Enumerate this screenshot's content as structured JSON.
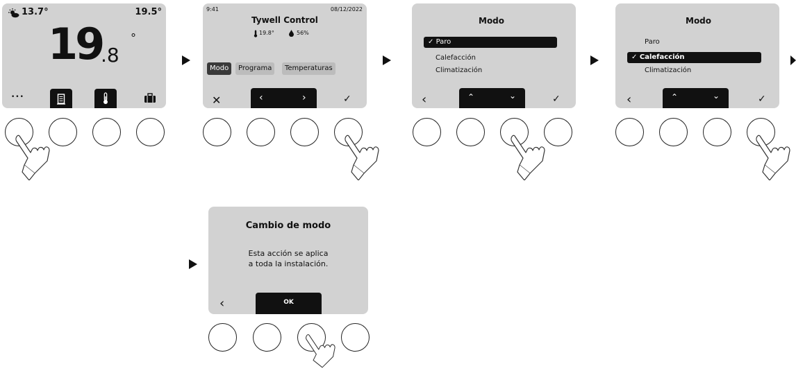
{
  "screen1": {
    "outdoor_temp": "13.7°",
    "setpoint": "19.5°",
    "temp_int": "19",
    "temp_dec": ".8",
    "degree": "°",
    "menu_dots": "•••"
  },
  "screen2": {
    "time": "9:41",
    "date": "08/12/2022",
    "title": "Tywell Control",
    "temp": "19.8°",
    "humidity": "56%",
    "tabs": [
      "Modo",
      "Programa",
      "Temperaturas"
    ],
    "selected_tab": "Modo"
  },
  "screen3": {
    "title": "Modo",
    "items": [
      "Paro",
      "Calefacción",
      "Climatización"
    ],
    "selected": "Paro"
  },
  "screen4": {
    "title": "Modo",
    "items": [
      "Paro",
      "Calefacción",
      "Climatización"
    ],
    "selected": "Calefacción"
  },
  "screen5": {
    "title": "Cambio de modo",
    "message_line1": "Esta acción se aplica",
    "message_line2": "a toda la instalación.",
    "ok_label": "OK"
  },
  "colors": {
    "screen_bg": "#d2d2d2",
    "black": "#111111",
    "selected_tab": "#3a3a3a"
  }
}
